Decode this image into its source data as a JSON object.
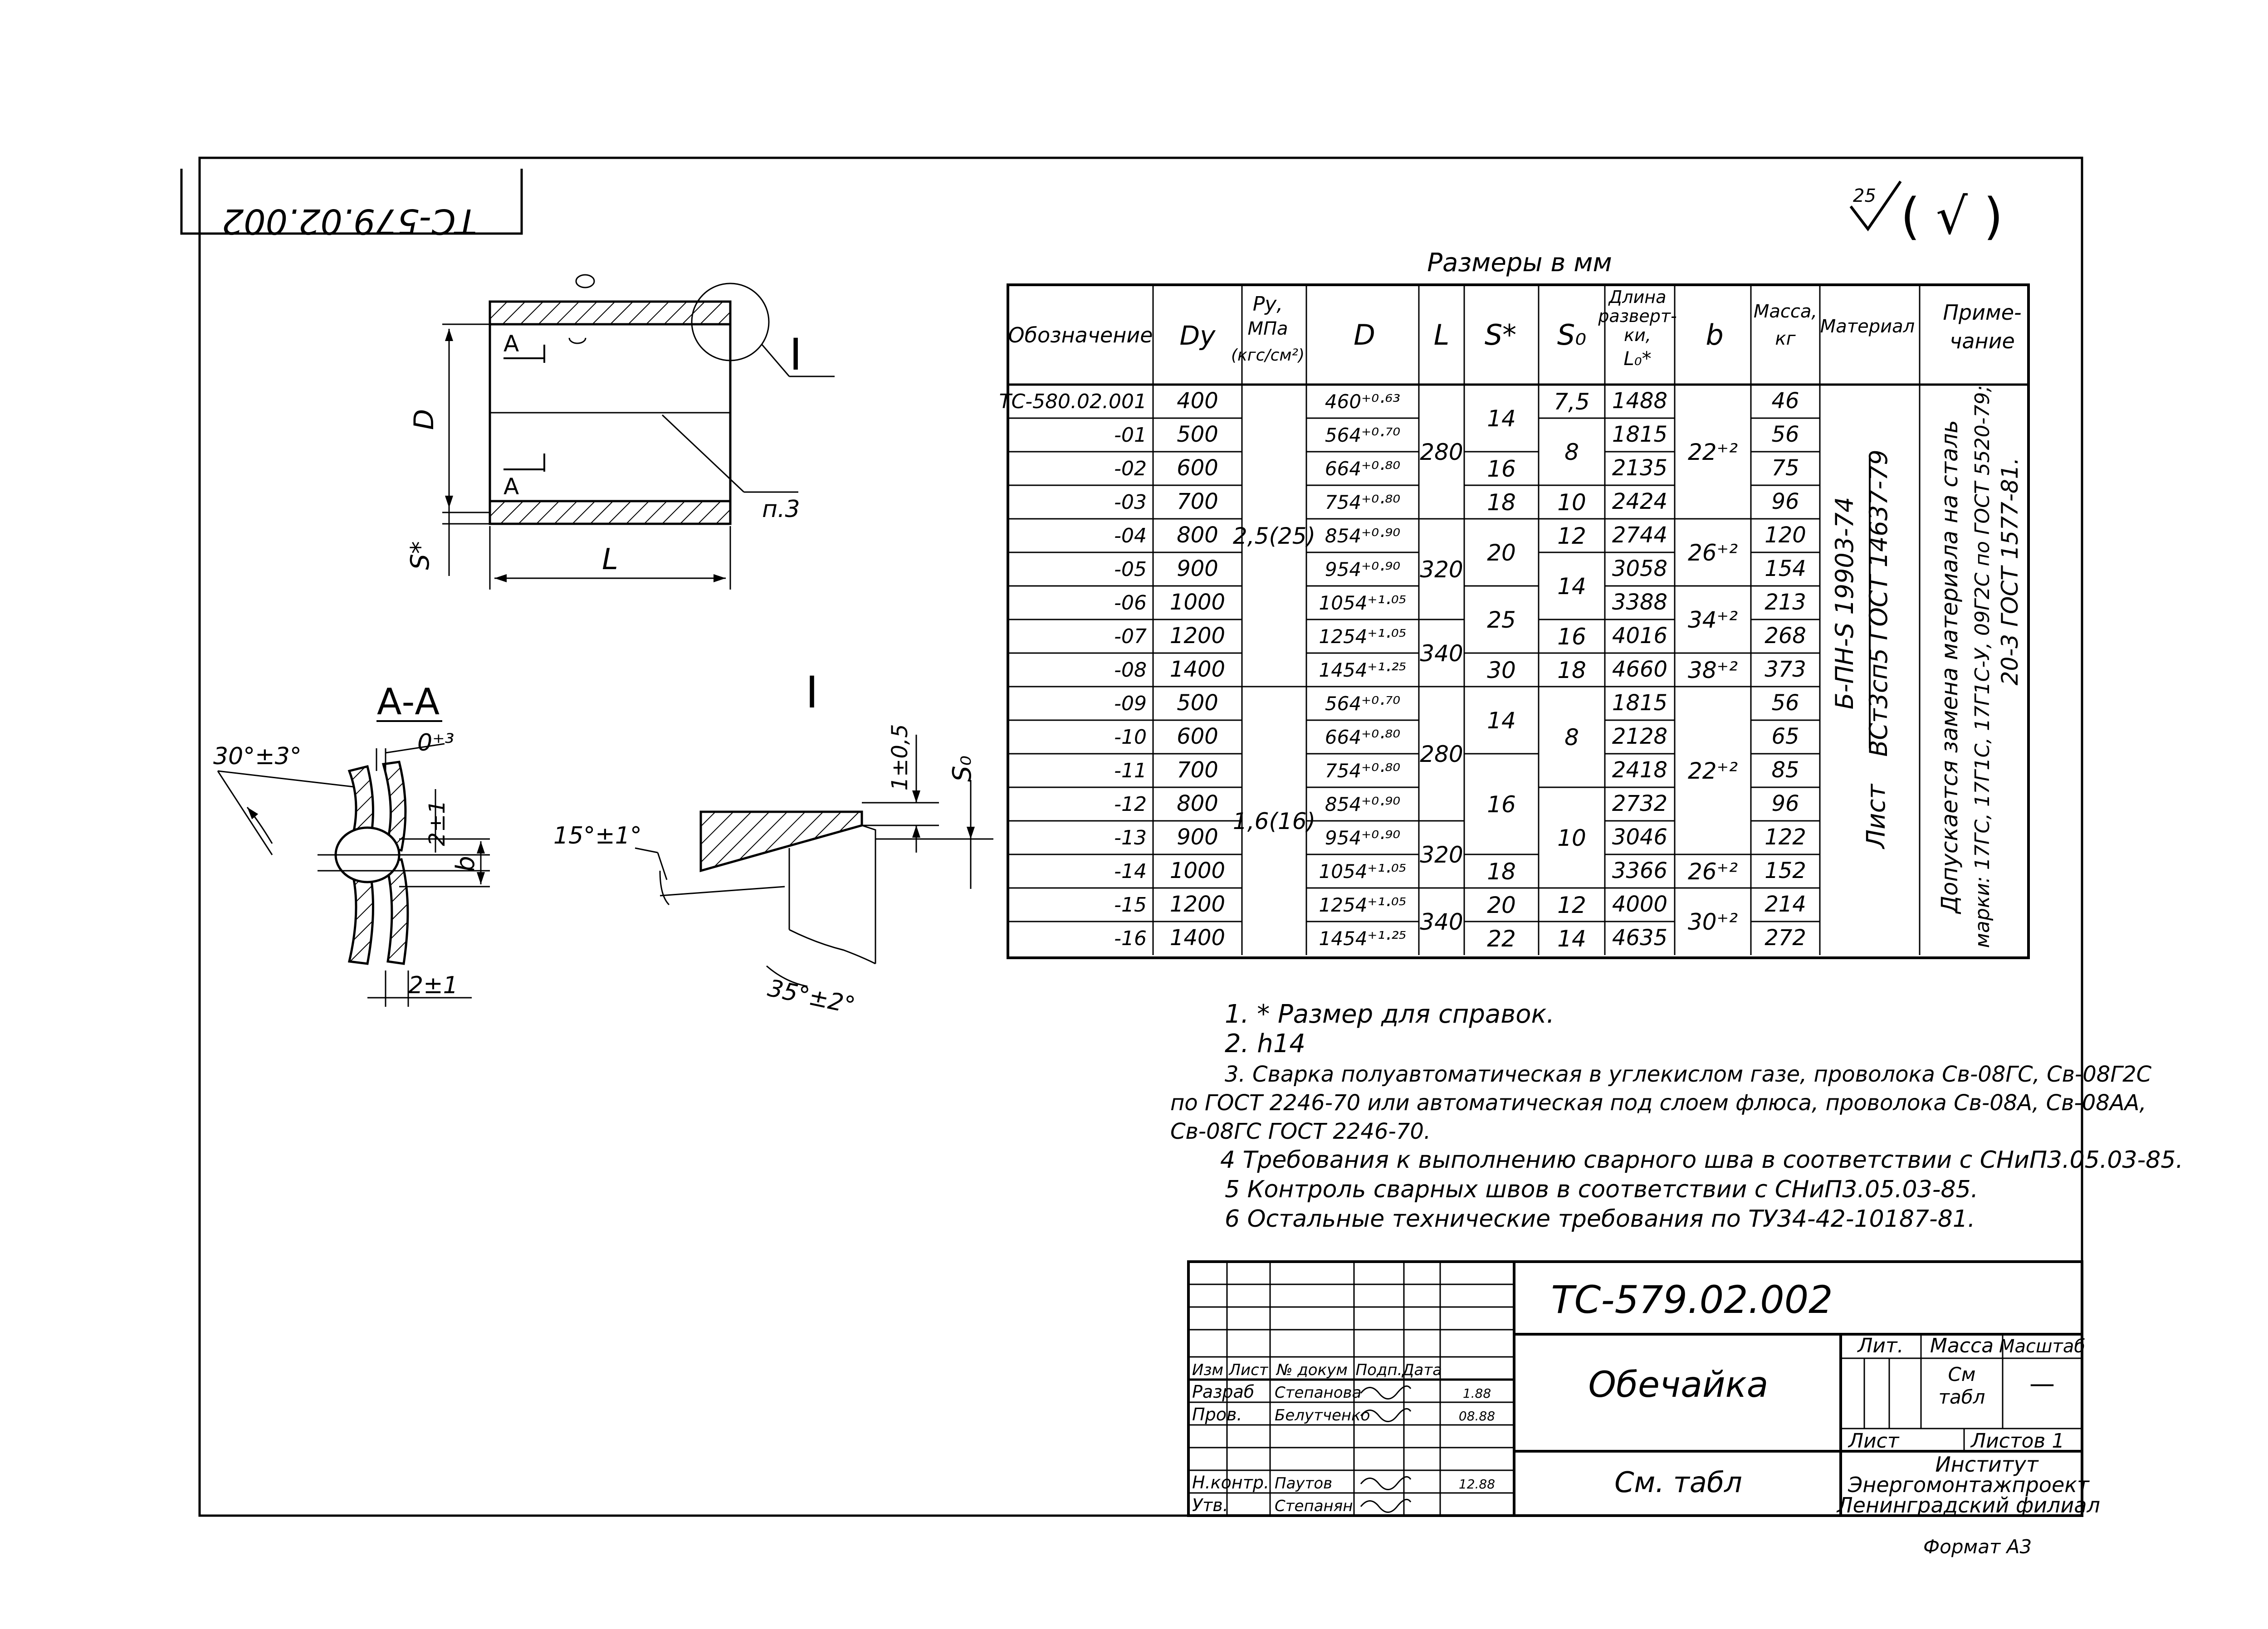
{
  "stamp_top": "ТС-579.02.002",
  "roughness": {
    "value": "25",
    "rest": "( √ )"
  },
  "table": {
    "caption": "Размеры в мм",
    "headers": {
      "designation": "Обозначение",
      "dy": "Dy",
      "py": [
        "Ру,",
        "МПа",
        "(кгс/см²)"
      ],
      "d": "D",
      "l": "L",
      "s": "S*",
      "s0": "S₀",
      "unfold": [
        "Длина",
        "разверт-",
        "ки,",
        "L₀*"
      ],
      "b": "b",
      "mass": [
        "Масса,",
        "кг"
      ],
      "material": "Материал",
      "note": [
        "Приме-",
        "чание"
      ]
    },
    "rows": [
      {
        "id": "ТС-580.02.001",
        "dy": "400",
        "d": "460⁺⁰·⁶³",
        "lo": "1488",
        "mass": "46"
      },
      {
        "id": "-01",
        "dy": "500",
        "d": "564⁺⁰·⁷⁰",
        "lo": "1815",
        "mass": "56"
      },
      {
        "id": "-02",
        "dy": "600",
        "d": "664⁺⁰·⁸⁰",
        "lo": "2135",
        "mass": "75"
      },
      {
        "id": "-03",
        "dy": "700",
        "d": "754⁺⁰·⁸⁰",
        "lo": "2424",
        "mass": "96"
      },
      {
        "id": "-04",
        "dy": "800",
        "d": "854⁺⁰·⁹⁰",
        "lo": "2744",
        "mass": "120"
      },
      {
        "id": "-05",
        "dy": "900",
        "d": "954⁺⁰·⁹⁰",
        "lo": "3058",
        "mass": "154"
      },
      {
        "id": "-06",
        "dy": "1000",
        "d": "1054⁺¹·⁰⁵",
        "lo": "3388",
        "mass": "213"
      },
      {
        "id": "-07",
        "dy": "1200",
        "d": "1254⁺¹·⁰⁵",
        "lo": "4016",
        "mass": "268"
      },
      {
        "id": "-08",
        "dy": "1400",
        "d": "1454⁺¹·²⁵",
        "lo": "4660",
        "mass": "373"
      },
      {
        "id": "-09",
        "dy": "500",
        "d": "564⁺⁰·⁷⁰",
        "lo": "1815",
        "mass": "56"
      },
      {
        "id": "-10",
        "dy": "600",
        "d": "664⁺⁰·⁸⁰",
        "lo": "2128",
        "mass": "65"
      },
      {
        "id": "-11",
        "dy": "700",
        "d": "754⁺⁰·⁸⁰",
        "lo": "2418",
        "mass": "85"
      },
      {
        "id": "-12",
        "dy": "800",
        "d": "854⁺⁰·⁹⁰",
        "lo": "2732",
        "mass": "96"
      },
      {
        "id": "-13",
        "dy": "900",
        "d": "954⁺⁰·⁹⁰",
        "lo": "3046",
        "mass": "122"
      },
      {
        "id": "-14",
        "dy": "1000",
        "d": "1054⁺¹·⁰⁵",
        "lo": "3366",
        "mass": "152"
      },
      {
        "id": "-15",
        "dy": "1200",
        "d": "1254⁺¹·⁰⁵",
        "lo": "4000",
        "mass": "214"
      },
      {
        "id": "-16",
        "dy": "1400",
        "d": "1454⁺¹·²⁵",
        "lo": "4635",
        "mass": "272"
      }
    ],
    "merged": {
      "py": [
        {
          "text": "2,5(25)",
          "from": 0,
          "to": 8
        },
        {
          "text": "1,6(16)",
          "from": 9,
          "to": 16
        }
      ],
      "l": [
        {
          "text": "280",
          "from": 0,
          "to": 3
        },
        {
          "text": "320",
          "from": 4,
          "to": 6
        },
        {
          "text": "340",
          "from": 7,
          "to": 8
        },
        {
          "text": "280",
          "from": 9,
          "to": 12
        },
        {
          "text": "320",
          "from": 13,
          "to": 14
        },
        {
          "text": "340",
          "from": 15,
          "to": 16
        }
      ],
      "s": [
        {
          "text": "14",
          "from": 0,
          "to": 1
        },
        {
          "text": "16",
          "from": 2,
          "to": 2
        },
        {
          "text": "18",
          "from": 3,
          "to": 3
        },
        {
          "text": "20",
          "from": 4,
          "to": 5
        },
        {
          "text": "25",
          "from": 6,
          "to": 7
        },
        {
          "text": "30",
          "from": 8,
          "to": 8
        },
        {
          "text": "14",
          "from": 9,
          "to": 10
        },
        {
          "text": "16",
          "from": 11,
          "to": 13
        },
        {
          "text": "18",
          "from": 14,
          "to": 14
        },
        {
          "text": "20",
          "from": 15,
          "to": 15
        },
        {
          "text": "22",
          "from": 16,
          "to": 16
        }
      ],
      "s0": [
        {
          "text": "7,5",
          "from": 0,
          "to": 0
        },
        {
          "text": "8",
          "from": 1,
          "to": 2
        },
        {
          "text": "10",
          "from": 3,
          "to": 3
        },
        {
          "text": "12",
          "from": 4,
          "to": 4
        },
        {
          "text": "14",
          "from": 5,
          "to": 6
        },
        {
          "text": "16",
          "from": 7,
          "to": 7
        },
        {
          "text": "18",
          "from": 8,
          "to": 8
        },
        {
          "text": "8",
          "from": 9,
          "to": 11
        },
        {
          "text": "10",
          "from": 12,
          "to": 14
        },
        {
          "text": "12",
          "from": 15,
          "to": 15
        },
        {
          "text": "14",
          "from": 16,
          "to": 16
        }
      ],
      "b": [
        {
          "text": "22⁺²",
          "from": 0,
          "to": 3
        },
        {
          "text": "26⁺²",
          "from": 4,
          "to": 5
        },
        {
          "text": "34⁺²",
          "from": 6,
          "to": 7
        },
        {
          "text": "38⁺²",
          "from": 8,
          "to": 8
        },
        {
          "text": "22⁺²",
          "from": 9,
          "to": 13
        },
        {
          "text": "26⁺²",
          "from": 14,
          "to": 14
        },
        {
          "text": "30⁺²",
          "from": 15,
          "to": 16
        }
      ]
    },
    "material_lines": [
      "Лист",
      "Б-ПН-S 19903-74",
      "ВСт3сп5 ГОСТ 14637-79"
    ],
    "note_lines": [
      "Допускается замена материала на сталь",
      "марки: 17ГС, 17Г1С, 17Г1С-У, 09Г2С по ГОСТ 5520-79;",
      "20-3 ГОСТ 1577-81."
    ]
  },
  "drawing": {
    "d_label": "D",
    "s_label": "S*",
    "l_label": "L",
    "part_label": "п.3",
    "section_mark": "А",
    "view_i": "I",
    "section_aa": "А-А",
    "aa": {
      "angle": "30°±3°",
      "gap": "0⁺³",
      "depth": "2±1",
      "b": "b",
      "bottom": "2±1"
    },
    "detail": {
      "thick": "1±0,5",
      "s0": "S₀",
      "angle1": "15°±1°",
      "angle2": "35°±2°"
    }
  },
  "notes": [
    "1. * Размер для справок.",
    "2.  h14",
    "3. Сварка полуавтоматическая в углекислом газе, проволока Св-08ГС, Св-08Г2С",
    "по ГОСТ 2246-70 или автоматическая под слоем флюса, проволока Св-08А, Св-08АА,",
    "Св-08ГС ГОСТ 2246-70.",
    "4 Требования к выполнению сварного шва в соответствии с СНиП3.05.03-85.",
    "5 Контроль сварных швов в соответствии с СНиП3.05.03-85.",
    "6 Остальные технические требования по ТУ34-42-10187-81."
  ],
  "titleblock": {
    "code": "ТС-579.02.002",
    "name": "Обечайка",
    "material": "См. табл",
    "col_headers": [
      "Изм",
      "Лист",
      "№ докум",
      "Подп.",
      "Дата"
    ],
    "roles": [
      {
        "role": "Разраб",
        "name": "Степанова",
        "date": "1.88"
      },
      {
        "role": "Пров.",
        "name": "Белутченко",
        "date": "08.88"
      },
      {
        "role": "Н.контр.",
        "name": "Паутов",
        "date": "12.88"
      },
      {
        "role": "Утв.",
        "name": "Степанян",
        "date": ""
      }
    ],
    "lit": "Лит.",
    "mass": "Масса",
    "scale": "Масштаб",
    "mass_val": [
      "См",
      "табл"
    ],
    "scale_val": "—",
    "sheet": "Лист",
    "sheets": "Листов 1",
    "org": [
      "Институт",
      "Энергомонтажпроект",
      "Ленинградский филиал"
    ]
  },
  "format": "Формат А3"
}
